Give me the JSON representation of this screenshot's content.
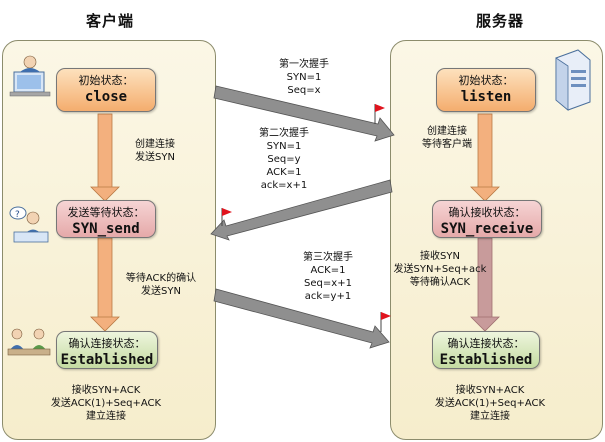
{
  "client": {
    "title": "客户端",
    "state1": {
      "label": "初始状态：",
      "value": "close"
    },
    "note1": [
      "创建连接",
      "发送SYN"
    ],
    "state2": {
      "label": "发送等待状态：",
      "value": "SYN_send"
    },
    "note2": [
      "等待ACK的确认",
      "发送SYN"
    ],
    "state3": {
      "label": "确认连接状态：",
      "value": "Established"
    },
    "note3": [
      "接收SYN+ACK",
      "发送ACK(1)+Seq+ACK",
      "建立连接"
    ]
  },
  "server": {
    "title": "服务器",
    "state1": {
      "label": "初始状态：",
      "value": "listen"
    },
    "note1": [
      "创建连接",
      "等待客户端"
    ],
    "state2": {
      "label": "确认接收状态：",
      "value": "SYN_receive"
    },
    "note2": [
      "接收SYN",
      "发送SYN+Seq+ack",
      "等待确认ACK"
    ],
    "state3": {
      "label": "确认连接状态：",
      "value": "Established"
    },
    "note3": [
      "接收SYN+ACK",
      "发送ACK(1)+Seq+ACK",
      "建立连接"
    ]
  },
  "handshakes": [
    {
      "title": "第一次握手",
      "lines": [
        "SYN=1",
        "Seq=x"
      ]
    },
    {
      "title": "第二次握手",
      "lines": [
        "SYN=1",
        "Seq=y",
        "ACK=1",
        "ack=x+1"
      ]
    },
    {
      "title": "第三次握手",
      "lines": [
        "ACK=1",
        "Seq=x+1",
        "ack=y+1"
      ]
    }
  ],
  "colors": {
    "panel_border": "#8c8c6c",
    "state_orange": "#f4ad6e",
    "state_pink": "#e5a9a9",
    "state_green": "#c4dba1",
    "flow_arrow": "#f3b07e",
    "message_arrow": "#8f8f8f",
    "flag": "#e0141e"
  },
  "icons": {
    "client_icon_1": "computer-user-icon",
    "client_icon_2": "person-thinking-icon",
    "client_icon_3": "meeting-people-icon",
    "server_icon": "server-icon",
    "flag_icon": "red-flag-icon"
  }
}
